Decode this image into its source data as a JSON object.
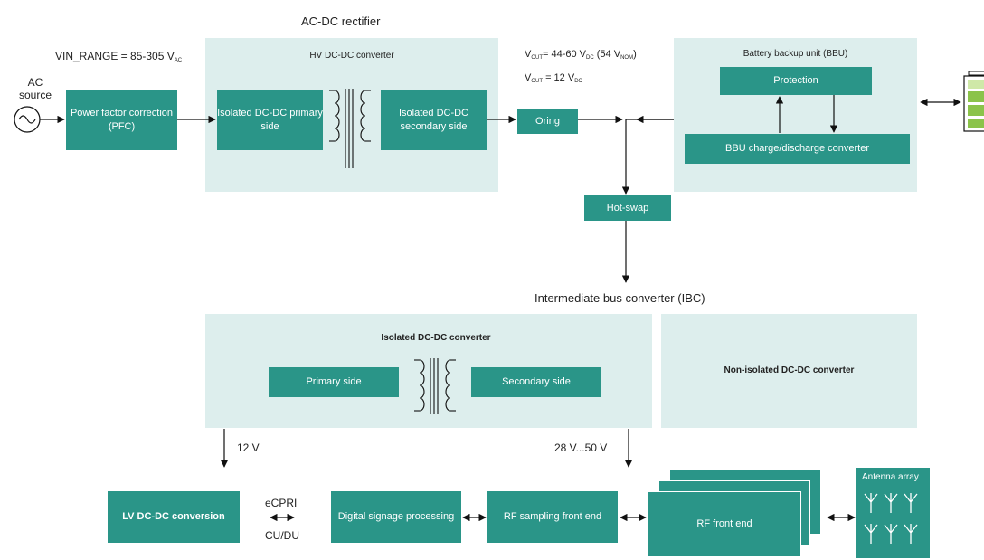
{
  "titles": {
    "acdc": "AC-DC rectifier",
    "ibc": "Intermediate bus converter (IBC)"
  },
  "vin": {
    "text": "VIN_RANGE = 85-305 V",
    "sub": "AC"
  },
  "ac_source": {
    "line1": "AC",
    "line2": "source"
  },
  "vout1": {
    "v": "V",
    "sub": "OUT",
    "val": "= 44-60 V",
    "sub2": "DC",
    "paren": " (54 V",
    "sub3": "NOM",
    "close": ")"
  },
  "vout2": {
    "v": "V",
    "sub": "OUT",
    "val": " = 12 V",
    "sub2": "DC"
  },
  "panels": {
    "hv": "HV DC-DC converter",
    "bbu": "Battery backup unit (BBU)",
    "iso": "Isolated DC-DC converter",
    "noniso": "Non-isolated DC-DC converter"
  },
  "blocks": {
    "pfc": "Power factor correction (PFC)",
    "iso_primary": "Isolated DC-DC primary side",
    "iso_secondary": "Isolated DC-DC secondary side",
    "oring": "Oring",
    "protection": "Protection",
    "bbu_conv": "BBU charge/discharge converter",
    "hotswap": "Hot-swap",
    "primary": "Primary side",
    "secondary": "Secondary side",
    "lv": "LV DC-DC conversion",
    "dsp": "Digital signage processing",
    "rf_sampling": "RF sampling front end",
    "rf_front": "RF front end",
    "antenna": "Antenna array"
  },
  "labels": {
    "v12": "12 V",
    "v28": "28 V...50 V",
    "ecpri": "eCPRI",
    "cudu": "CU/DU"
  },
  "colors": {
    "block": "#2a9588",
    "panel": "#ddeeed",
    "battery": "#8bc34a"
  }
}
